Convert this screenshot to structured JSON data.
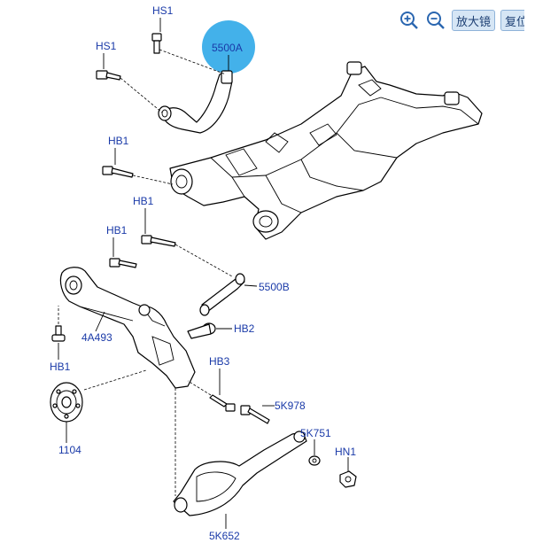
{
  "toolbar": {
    "zoom_in_icon": "zoom-in-icon",
    "zoom_out_icon": "zoom-out-icon",
    "magnify_label": "放大镜",
    "restore_label": "复位"
  },
  "callouts": {
    "hs1_top": "HS1",
    "hs1_left": "HS1",
    "sel_5500a": "5500A",
    "hb1_a": "HB1",
    "hb1_b": "HB1",
    "hb1_c": "HB1",
    "p_5500b": "5500B",
    "p_4a493": "4A493",
    "hb2": "HB2",
    "hb1_d": "HB1",
    "hb3": "HB3",
    "p_5k978": "5K978",
    "p_1104": "1104",
    "p_5k751": "5K751",
    "hn1": "HN1",
    "p_5k652": "5K652"
  },
  "colors": {
    "label_blue": "#1a3aa8",
    "selection_highlight": "#2fa8e8",
    "button_bg": "#d6e6f5"
  }
}
